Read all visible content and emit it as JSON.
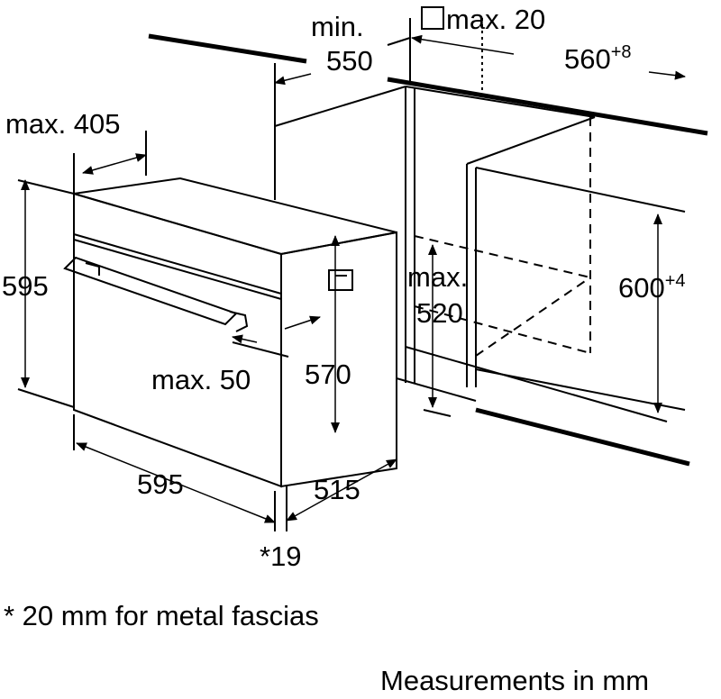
{
  "dimensions": {
    "min_label": "min.",
    "min_550": "550",
    "max_20": "max. 20",
    "cabinet_width": "560",
    "cabinet_width_tol": "+8",
    "max_405": "max. 405",
    "oven_height": "595",
    "max_520_a": "max.",
    "max_520_b": "520",
    "cabinet_height": "600",
    "cabinet_height_tol": "+4",
    "max_50": "max. 50",
    "body_height": "570",
    "oven_width": "595",
    "depth": "515",
    "fascia": "*19"
  },
  "footnote": "* 20 mm for metal fascias",
  "units_note": "Measurements in mm"
}
